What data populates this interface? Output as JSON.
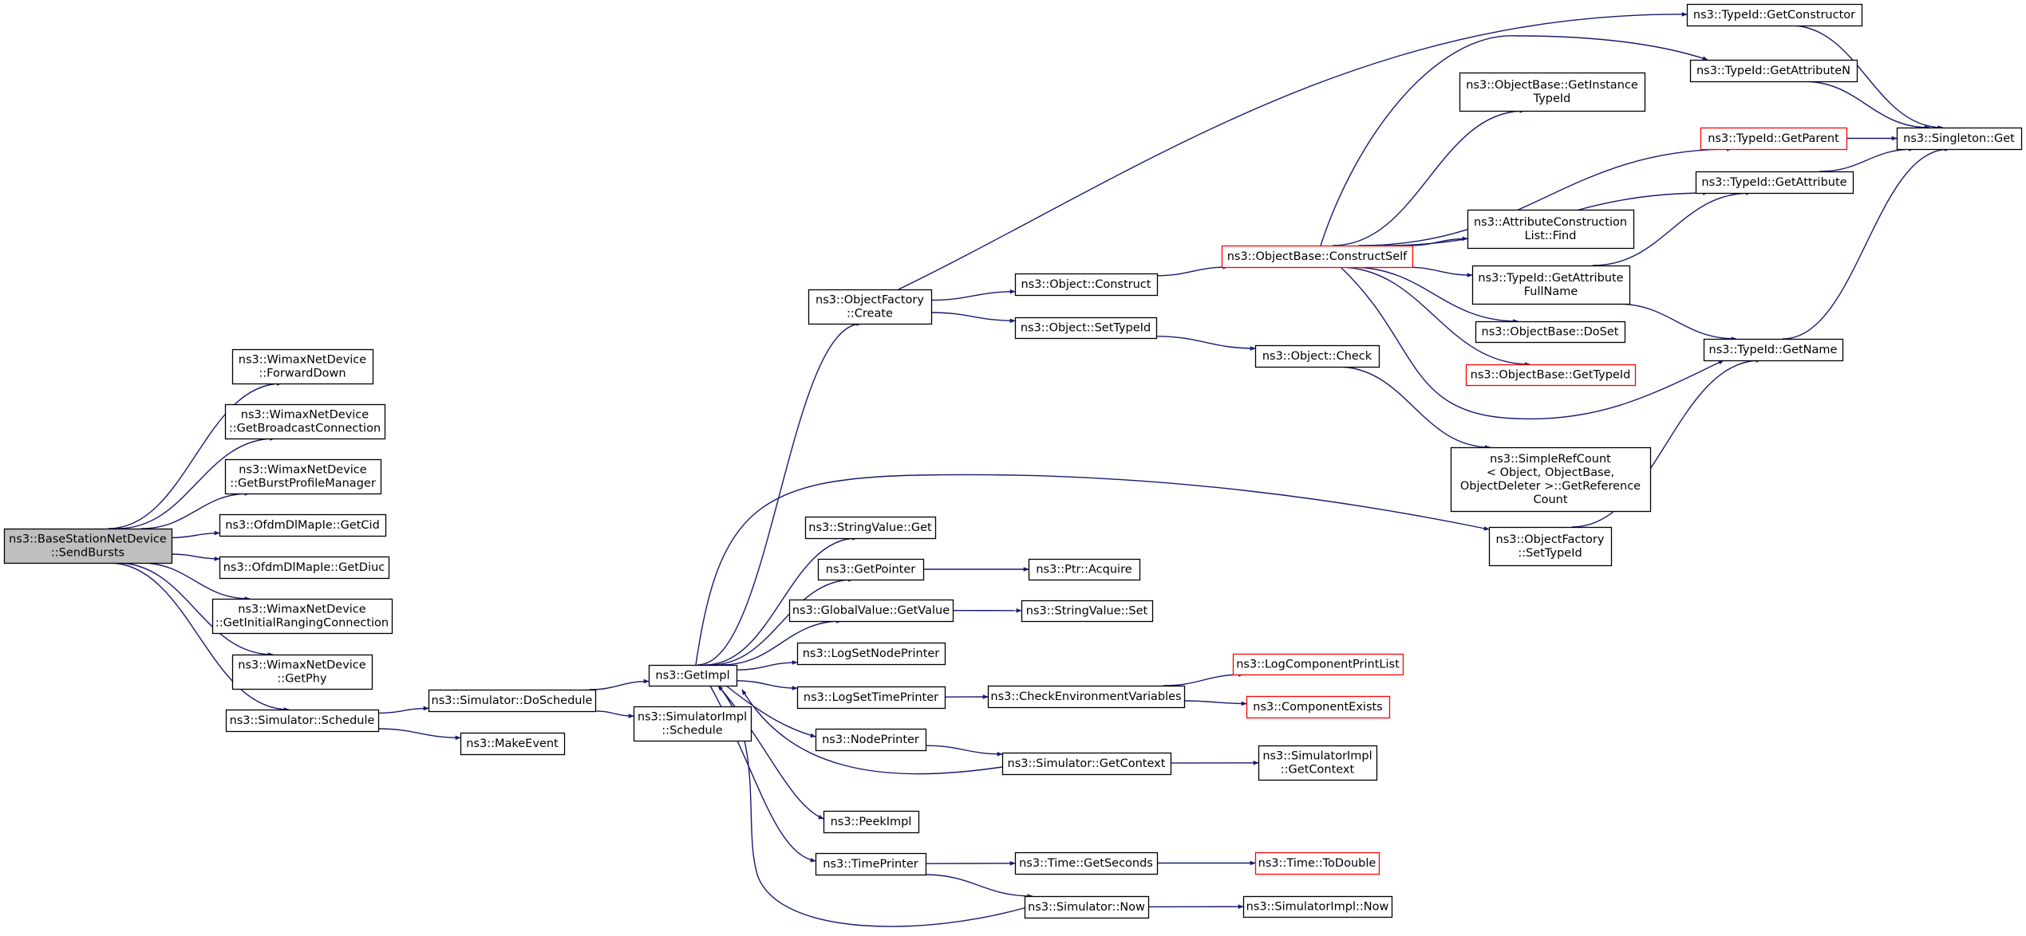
{
  "colors": {
    "edge": "#191970",
    "node_border": "#000000",
    "node_border_truncated": "#ff0000",
    "root_fill": "#bfbfbf",
    "node_fill": "#ffffff"
  },
  "nodes": [
    {
      "id": "sendbursts",
      "lines": [
        "ns3::BaseStationNetDevice",
        "::SendBursts"
      ],
      "root": true
    },
    {
      "id": "forwarddown",
      "lines": [
        "ns3::WimaxNetDevice",
        "::ForwardDown"
      ]
    },
    {
      "id": "getbroadcast",
      "lines": [
        "ns3::WimaxNetDevice",
        "::GetBroadcastConnection"
      ]
    },
    {
      "id": "getburstprofile",
      "lines": [
        "ns3::WimaxNetDevice",
        "::GetBurstProfileManager"
      ]
    },
    {
      "id": "getcid",
      "lines": [
        "ns3::OfdmDlMapIe::GetCid"
      ]
    },
    {
      "id": "getdiuc",
      "lines": [
        "ns3::OfdmDlMapIe::GetDiuc"
      ]
    },
    {
      "id": "getinitialranging",
      "lines": [
        "ns3::WimaxNetDevice",
        "::GetInitialRangingConnection"
      ]
    },
    {
      "id": "getphy",
      "lines": [
        "ns3::WimaxNetDevice",
        "::GetPhy"
      ]
    },
    {
      "id": "sim_schedule",
      "lines": [
        "ns3::Simulator::Schedule"
      ]
    },
    {
      "id": "doschedule",
      "lines": [
        "ns3::Simulator::DoSchedule"
      ]
    },
    {
      "id": "makeevent",
      "lines": [
        "ns3::MakeEvent"
      ]
    },
    {
      "id": "getimpl",
      "lines": [
        "ns3::GetImpl"
      ]
    },
    {
      "id": "simimpl_schedule",
      "lines": [
        "ns3::SimulatorImpl",
        "::Schedule"
      ]
    },
    {
      "id": "of_create",
      "lines": [
        "ns3::ObjectFactory",
        "::Create"
      ]
    },
    {
      "id": "stringvalue_get",
      "lines": [
        "ns3::StringValue::Get"
      ]
    },
    {
      "id": "getpointer",
      "lines": [
        "ns3::GetPointer"
      ]
    },
    {
      "id": "globalvalue_getvalue",
      "lines": [
        "ns3::GlobalValue::GetValue"
      ]
    },
    {
      "id": "logsetnodeprinter",
      "lines": [
        "ns3::LogSetNodePrinter"
      ]
    },
    {
      "id": "logsettimeprinter",
      "lines": [
        "ns3::LogSetTimePrinter"
      ]
    },
    {
      "id": "nodeprinter",
      "lines": [
        "ns3::NodePrinter"
      ]
    },
    {
      "id": "peekimpl",
      "lines": [
        "ns3::PeekImpl"
      ]
    },
    {
      "id": "timeprinter",
      "lines": [
        "ns3::TimePrinter"
      ]
    },
    {
      "id": "object_construct",
      "lines": [
        "ns3::Object::Construct"
      ]
    },
    {
      "id": "object_settypeid",
      "lines": [
        "ns3::Object::SetTypeId"
      ]
    },
    {
      "id": "ptr_acquire",
      "lines": [
        "ns3::Ptr::Acquire"
      ]
    },
    {
      "id": "stringvalue_set",
      "lines": [
        "ns3::StringValue::Set"
      ]
    },
    {
      "id": "checkenvvars",
      "lines": [
        "ns3::CheckEnvironmentVariables"
      ]
    },
    {
      "id": "sim_getcontext",
      "lines": [
        "ns3::Simulator::GetContext"
      ]
    },
    {
      "id": "time_getseconds",
      "lines": [
        "ns3::Time::GetSeconds"
      ]
    },
    {
      "id": "sim_now",
      "lines": [
        "ns3::Simulator::Now"
      ]
    },
    {
      "id": "constructself",
      "lines": [
        "ns3::ObjectBase::ConstructSelf"
      ],
      "truncated": true
    },
    {
      "id": "object_check",
      "lines": [
        "ns3::Object::Check"
      ]
    },
    {
      "id": "logcomponentprintlist",
      "lines": [
        "ns3::LogComponentPrintList"
      ],
      "truncated": true
    },
    {
      "id": "componentexists",
      "lines": [
        "ns3::ComponentExists"
      ],
      "truncated": true
    },
    {
      "id": "simimpl_getcontext",
      "lines": [
        "ns3::SimulatorImpl",
        "::GetContext"
      ]
    },
    {
      "id": "time_todouble",
      "lines": [
        "ns3::Time::ToDouble"
      ],
      "truncated": true
    },
    {
      "id": "simimpl_now",
      "lines": [
        "ns3::SimulatorImpl::Now"
      ]
    },
    {
      "id": "getinstancetypeid",
      "lines": [
        "ns3::ObjectBase::GetInstance",
        "TypeId"
      ]
    },
    {
      "id": "attrconstructionlist_find",
      "lines": [
        "ns3::AttributeConstruction",
        "List::Find"
      ]
    },
    {
      "id": "typeid_getattributefullname",
      "lines": [
        "ns3::TypeId::GetAttribute",
        "FullName"
      ]
    },
    {
      "id": "objectbase_doset",
      "lines": [
        "ns3::ObjectBase::DoSet"
      ]
    },
    {
      "id": "objectbase_gettypeid",
      "lines": [
        "ns3::ObjectBase::GetTypeId"
      ],
      "truncated": true
    },
    {
      "id": "simplerefcount",
      "lines": [
        "ns3::SimpleRefCount",
        "< Object, ObjectBase,",
        "ObjectDeleter >::GetReference",
        "Count"
      ]
    },
    {
      "id": "of_settypeid",
      "lines": [
        "ns3::ObjectFactory",
        "::SetTypeId"
      ]
    },
    {
      "id": "typeid_getconstructor",
      "lines": [
        "ns3::TypeId::GetConstructor"
      ]
    },
    {
      "id": "typeid_getattributen",
      "lines": [
        "ns3::TypeId::GetAttributeN"
      ]
    },
    {
      "id": "typeid_getparent",
      "lines": [
        "ns3::TypeId::GetParent"
      ],
      "truncated": true
    },
    {
      "id": "typeid_getattribute",
      "lines": [
        "ns3::TypeId::GetAttribute"
      ]
    },
    {
      "id": "typeid_getname",
      "lines": [
        "ns3::TypeId::GetName"
      ]
    },
    {
      "id": "singleton_get",
      "lines": [
        "ns3::Singleton::Get"
      ]
    }
  ],
  "edges": [
    [
      "sendbursts",
      "forwarddown"
    ],
    [
      "sendbursts",
      "getbroadcast"
    ],
    [
      "sendbursts",
      "getburstprofile"
    ],
    [
      "sendbursts",
      "getcid"
    ],
    [
      "sendbursts",
      "getdiuc"
    ],
    [
      "sendbursts",
      "getinitialranging"
    ],
    [
      "sendbursts",
      "getphy"
    ],
    [
      "sendbursts",
      "sim_schedule"
    ],
    [
      "sim_schedule",
      "doschedule"
    ],
    [
      "sim_schedule",
      "makeevent"
    ],
    [
      "doschedule",
      "getimpl"
    ],
    [
      "doschedule",
      "simimpl_schedule"
    ],
    [
      "getimpl",
      "of_create"
    ],
    [
      "getimpl",
      "of_settypeid"
    ],
    [
      "getimpl",
      "stringvalue_get"
    ],
    [
      "getimpl",
      "getpointer"
    ],
    [
      "getimpl",
      "globalvalue_getvalue"
    ],
    [
      "getimpl",
      "logsetnodeprinter"
    ],
    [
      "getimpl",
      "logsettimeprinter"
    ],
    [
      "getimpl",
      "nodeprinter"
    ],
    [
      "getimpl",
      "peekimpl"
    ],
    [
      "getimpl",
      "timeprinter"
    ],
    [
      "of_create",
      "typeid_getconstructor"
    ],
    [
      "of_create",
      "object_construct"
    ],
    [
      "of_create",
      "object_settypeid"
    ],
    [
      "object_construct",
      "constructself"
    ],
    [
      "object_settypeid",
      "object_check"
    ],
    [
      "object_check",
      "simplerefcount"
    ],
    [
      "getpointer",
      "ptr_acquire"
    ],
    [
      "globalvalue_getvalue",
      "stringvalue_set"
    ],
    [
      "logsettimeprinter",
      "checkenvvars"
    ],
    [
      "checkenvvars",
      "logcomponentprintlist"
    ],
    [
      "checkenvvars",
      "componentexists"
    ],
    [
      "nodeprinter",
      "sim_getcontext"
    ],
    [
      "sim_getcontext",
      "getimpl"
    ],
    [
      "sim_getcontext",
      "simimpl_getcontext"
    ],
    [
      "timeprinter",
      "time_getseconds"
    ],
    [
      "timeprinter",
      "sim_now"
    ],
    [
      "time_getseconds",
      "time_todouble"
    ],
    [
      "sim_now",
      "getimpl"
    ],
    [
      "sim_now",
      "simimpl_now"
    ],
    [
      "constructself",
      "typeid_getattributen"
    ],
    [
      "constructself",
      "getinstancetypeid"
    ],
    [
      "constructself",
      "typeid_getparent"
    ],
    [
      "constructself",
      "typeid_getattribute"
    ],
    [
      "constructself",
      "attrconstructionlist_find"
    ],
    [
      "constructself",
      "typeid_getattributefullname"
    ],
    [
      "constructself",
      "objectbase_doset"
    ],
    [
      "constructself",
      "objectbase_gettypeid"
    ],
    [
      "constructself",
      "typeid_getname"
    ],
    [
      "typeid_getattributefullname",
      "typeid_getattribute"
    ],
    [
      "typeid_getattributefullname",
      "typeid_getname"
    ],
    [
      "of_settypeid",
      "typeid_getname"
    ],
    [
      "typeid_getconstructor",
      "singleton_get"
    ],
    [
      "typeid_getattributen",
      "singleton_get"
    ],
    [
      "typeid_getparent",
      "singleton_get"
    ],
    [
      "typeid_getattribute",
      "singleton_get"
    ],
    [
      "typeid_getname",
      "singleton_get"
    ]
  ]
}
